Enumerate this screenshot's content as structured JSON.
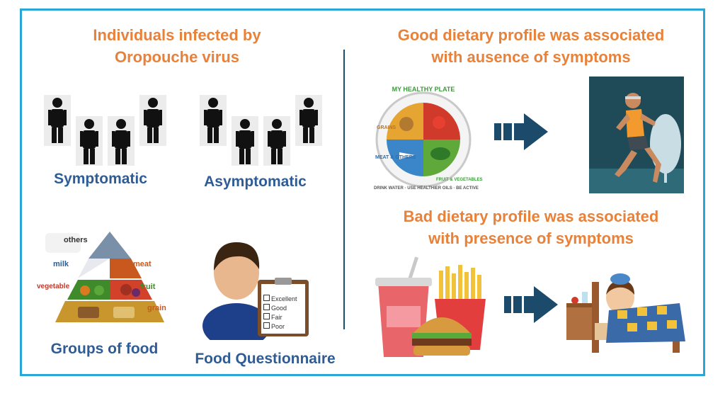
{
  "left_title": {
    "line1": "Individuals infected by",
    "line2": "Oropouche virus"
  },
  "groups": {
    "symptomatic": "Symptomatic",
    "asymptomatic": "Asymptomatic"
  },
  "food": {
    "groups_label": "Groups of food",
    "questionnaire_label": "Food Questionnaire",
    "pyramid_labels": {
      "others": "others",
      "milk": "milk",
      "meat": "meat",
      "vegetable": "vegetable",
      "fruit": "fruit",
      "grain": "grain"
    },
    "questionnaire_options": [
      "Excellent",
      "Good",
      "Fair",
      "Poor"
    ]
  },
  "good_profile": {
    "line1": "Good dietary profile was associated",
    "line2": "with ausence of symptoms"
  },
  "bad_profile": {
    "line1": "Bad dietary profile was associated",
    "line2": "with presence of symptoms"
  },
  "plate": {
    "title": "MY HEALTHY PLATE",
    "sections": [
      "GRAINS",
      "FRUIT & VEGETABLES",
      "MEAT & OTHERS"
    ],
    "footer": [
      "DRINK WATER",
      "USE HEALTHIER OILS",
      "BE ACTIVE"
    ]
  },
  "colors": {
    "title": "#e8823a",
    "label": "#2e5c97",
    "frame": "#2aa7d6",
    "arrow": "#1b4a6b"
  }
}
